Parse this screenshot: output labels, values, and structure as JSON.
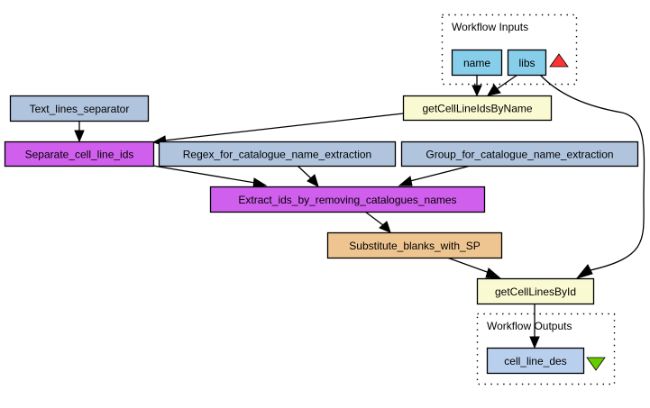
{
  "clusters": {
    "inputs": {
      "label": "Workflow Inputs"
    },
    "outputs": {
      "label": "Workflow Outputs"
    }
  },
  "nodes": {
    "name": {
      "label": "name",
      "type": "workflow-input"
    },
    "libs": {
      "label": "libs",
      "type": "workflow-input"
    },
    "getCellLineIdsByName": {
      "label": "getCellLineIdsByName",
      "type": "wsdl-service"
    },
    "text_lines_separator": {
      "label": "Text_lines_separator",
      "type": "constant"
    },
    "separate_cell_line_ids": {
      "label": "Separate_cell_line_ids",
      "type": "beanshell"
    },
    "regex": {
      "label": "Regex_for_catalogue_name_extraction",
      "type": "constant"
    },
    "group": {
      "label": "Group_for_catalogue_name_extraction",
      "type": "constant"
    },
    "extract": {
      "label": "Extract_ids_by_removing_catalogues_names",
      "type": "beanshell"
    },
    "substitute": {
      "label": "Substitute_blanks_with_SP",
      "type": "local-worker"
    },
    "getCellLinesById": {
      "label": "getCellLinesById",
      "type": "wsdl-service"
    },
    "cell_line_des": {
      "label": "cell_line_des",
      "type": "workflow-output"
    }
  },
  "edges": [
    {
      "from": "name",
      "to": "getCellLineIdsByName"
    },
    {
      "from": "libs",
      "to": "getCellLineIdsByName"
    },
    {
      "from": "libs",
      "to": "getCellLinesById"
    },
    {
      "from": "getCellLineIdsByName",
      "to": "separate_cell_line_ids"
    },
    {
      "from": "text_lines_separator",
      "to": "separate_cell_line_ids"
    },
    {
      "from": "separate_cell_line_ids",
      "to": "extract"
    },
    {
      "from": "regex",
      "to": "extract"
    },
    {
      "from": "group",
      "to": "extract"
    },
    {
      "from": "extract",
      "to": "substitute"
    },
    {
      "from": "substitute",
      "to": "getCellLinesById"
    },
    {
      "from": "getCellLinesById",
      "to": "cell_line_des"
    }
  ],
  "colors": {
    "workflow_input": "#87ceeb",
    "workflow_output": "#b9cfee",
    "constant": "#b0c4de",
    "beanshell": "#d15fee",
    "wsdl_service": "#fafad2",
    "local_worker": "#eec591",
    "input_marker": "#ff3333",
    "output_marker": "#66cc00"
  }
}
